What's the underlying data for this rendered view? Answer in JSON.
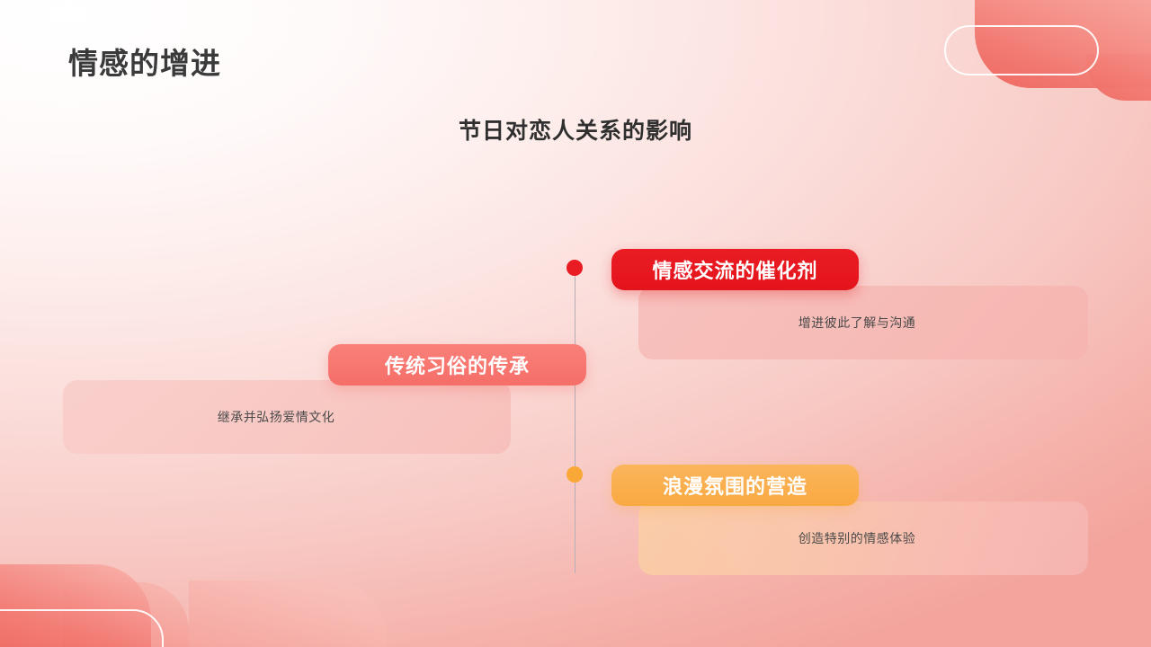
{
  "slide": {
    "title": "情感的增进",
    "subtitle": "节日对恋人关系的影响"
  },
  "colors": {
    "accent_red": "#ea1c23",
    "accent_salmon": "#f4776f",
    "accent_orange": "#f9a838",
    "title_text": "#3a3a3a",
    "body_text": "#4a4a4a",
    "background_start": "#ffffff",
    "background_end": "#f3a49c"
  },
  "timeline": {
    "items": [
      {
        "badge": "情感交流的催化剂",
        "description": "增进彼此了解与沟通",
        "dot_color": "#ea1c23",
        "side": "right"
      },
      {
        "badge": "传统习俗的传承",
        "description": "继承并弘扬爱情文化",
        "dot_color": "#f4776f",
        "side": "left"
      },
      {
        "badge": "浪漫氛围的营造",
        "description": "创造特别的情感体验",
        "dot_color": "#f9a838",
        "side": "right"
      }
    ]
  }
}
